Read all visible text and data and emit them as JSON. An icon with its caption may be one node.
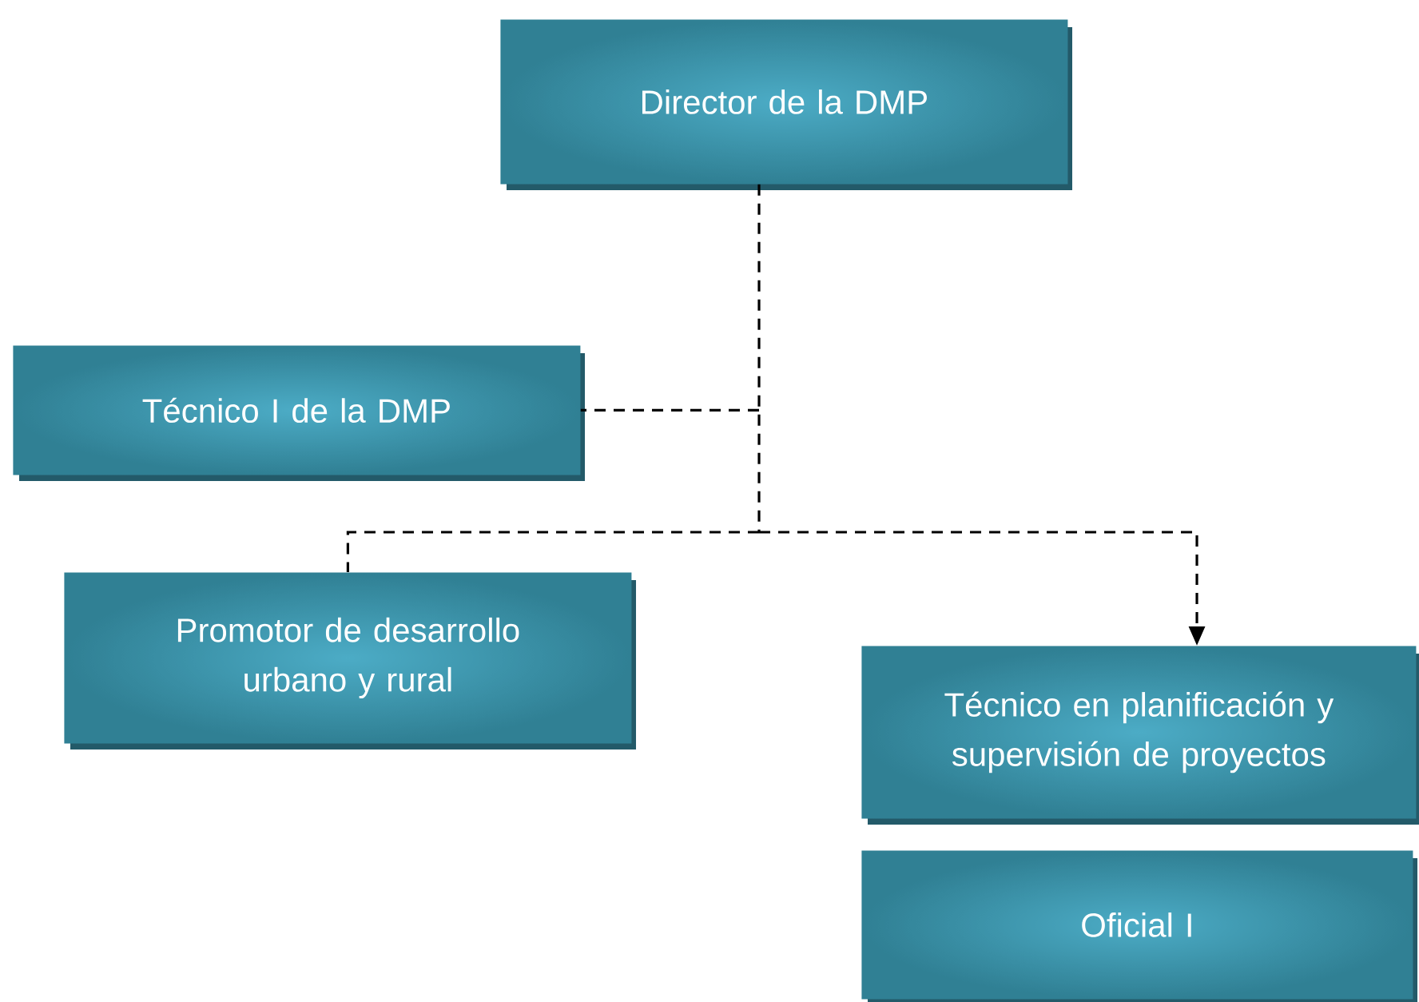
{
  "diagram": {
    "nodes": [
      {
        "text": [
          "Director de la DMP"
        ]
      },
      {
        "text": [
          "Técnico I de la DMP"
        ]
      },
      {
        "text": [
          "Promotor de desarrollo urbano y rural"
        ]
      },
      {
        "text": [
          "Técnico en planificación y supervisión de proyectos"
        ]
      },
      {
        "text": [
          "Oficial I"
        ]
      }
    ],
    "edges": [
      {
        "from": 0,
        "to": 1,
        "arrow": "none",
        "style": "dashed"
      },
      {
        "from": 0,
        "to": 2,
        "arrow": "none",
        "style": "dashed"
      },
      {
        "from": 0,
        "to": 3,
        "arrow": "to",
        "style": "dashed"
      }
    ]
  }
}
